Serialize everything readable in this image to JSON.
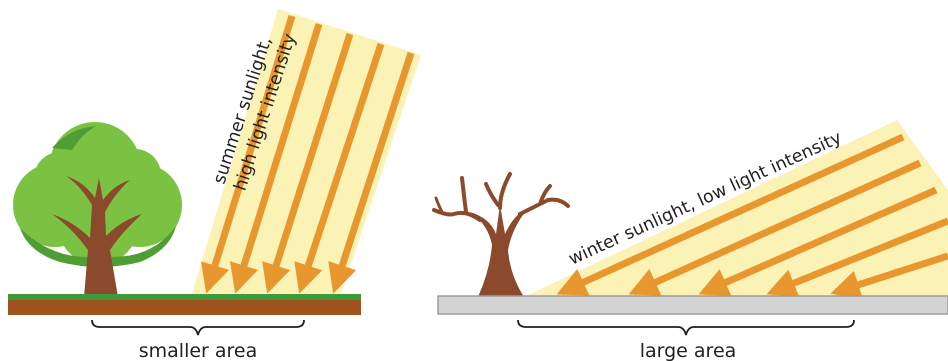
{
  "summer": {
    "label_line1": "summer sunlight,",
    "label_line2": "high light intensity",
    "area_label": "smaller area"
  },
  "winter": {
    "label": "winter sunlight, low light intensity",
    "area_label": "large area"
  },
  "colors": {
    "beam": "#fbf3b6",
    "ray": "#e8972e",
    "summer_soil": "#a0521d",
    "summer_grass": "#3f9a3a",
    "winter_ground": "#d3d3d3",
    "tree_trunk": "#8a4a2b",
    "tree_leaves": "#7cc242"
  }
}
